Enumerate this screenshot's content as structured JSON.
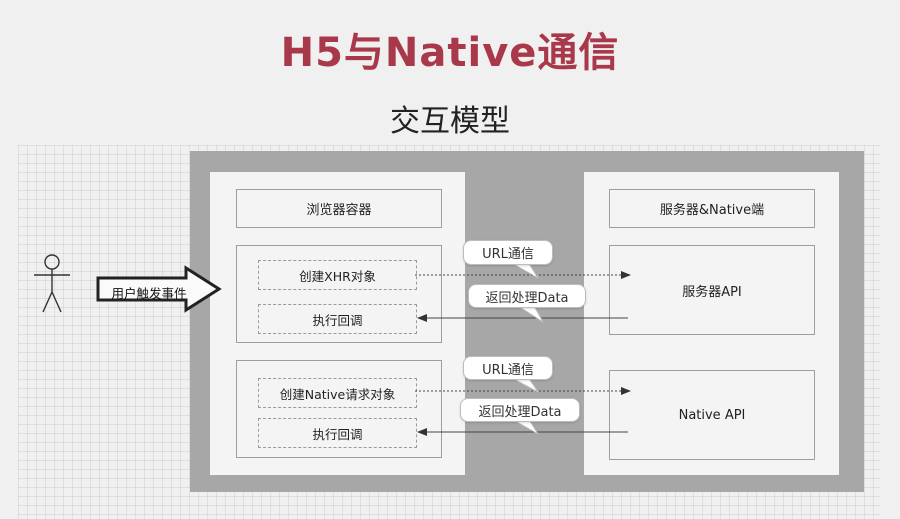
{
  "title": "H5与Native通信",
  "subtitle": "交互模型",
  "user_event": "用户触发事件",
  "browser": {
    "header": "浏览器容器",
    "group1": {
      "create": "创建XHR对象",
      "callback": "执行回调"
    },
    "group2": {
      "create": "创建Native请求对象",
      "callback": "执行回调"
    }
  },
  "server": {
    "header": "服务器&Native端",
    "server_api": "服务器API",
    "native_api": "Native API"
  },
  "bubbles": {
    "url1": "URL通信",
    "return1": "返回处理Data",
    "url2": "URL通信",
    "return2": "返回处理Data"
  },
  "colors": {
    "title": "#a8384a",
    "outer": "#a7a7a7"
  }
}
